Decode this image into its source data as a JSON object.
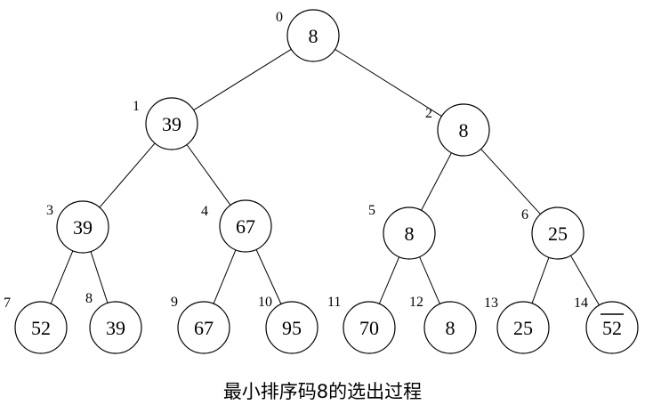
{
  "caption": "最小排序码8的选出过程",
  "nodes": [
    {
      "index": "0",
      "value": "8"
    },
    {
      "index": "1",
      "value": "39"
    },
    {
      "index": "2",
      "value": "8"
    },
    {
      "index": "3",
      "value": "39"
    },
    {
      "index": "4",
      "value": "67"
    },
    {
      "index": "5",
      "value": "8"
    },
    {
      "index": "6",
      "value": "25"
    },
    {
      "index": "7",
      "value": "52"
    },
    {
      "index": "8",
      "value": "39"
    },
    {
      "index": "9",
      "value": "67"
    },
    {
      "index": "10",
      "value": "95"
    },
    {
      "index": "11",
      "value": "70"
    },
    {
      "index": "12",
      "value": "8"
    },
    {
      "index": "13",
      "value": "25"
    },
    {
      "index": "14",
      "value": "52",
      "overlined": true
    }
  ]
}
